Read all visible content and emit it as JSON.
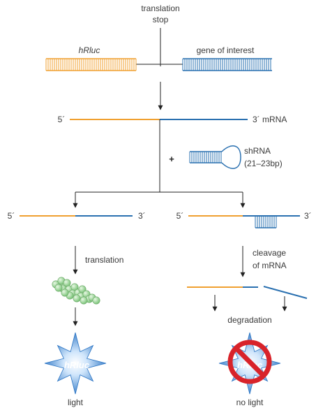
{
  "labels": {
    "translation_stop": [
      "translation",
      "stop"
    ],
    "hrluc": "hRluc",
    "gene_of_interest": "gene of interest",
    "five_prime": "5´",
    "three_prime_mrna": "3´ mRNA",
    "three_prime": "3´",
    "plus": "+",
    "shrna": [
      "shRNA",
      "(21–23bp)"
    ],
    "translation": "translation",
    "cleavage": [
      "cleavage",
      "of mRNA"
    ],
    "degradation": "degradation",
    "light": "light",
    "no_light": "no light"
  },
  "colors": {
    "hrluc_orange": "#f0a030",
    "gene_blue": "#2a70b0",
    "arrow": "#222222",
    "bead_green": "#9fd69a",
    "star_blue": "#2a74c4",
    "prohibit_red": "#d8232a"
  },
  "icons": {
    "molecule": "protein-cluster-icon",
    "light_burst": "light-burst-icon",
    "no_light": "prohibited-sign-icon"
  }
}
